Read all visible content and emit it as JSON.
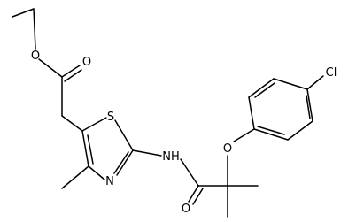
{
  "molecule": {
    "type": "skeletal-structure",
    "atom_labels": {
      "o_ester_ether": "O",
      "o_ester_carbonyl": "O",
      "s_ring": "S",
      "n_ring": "N",
      "nh_amide": "NH",
      "o_amide_carbonyl": "O",
      "o_aryl_ether": "O",
      "cl": "Cl"
    }
  }
}
